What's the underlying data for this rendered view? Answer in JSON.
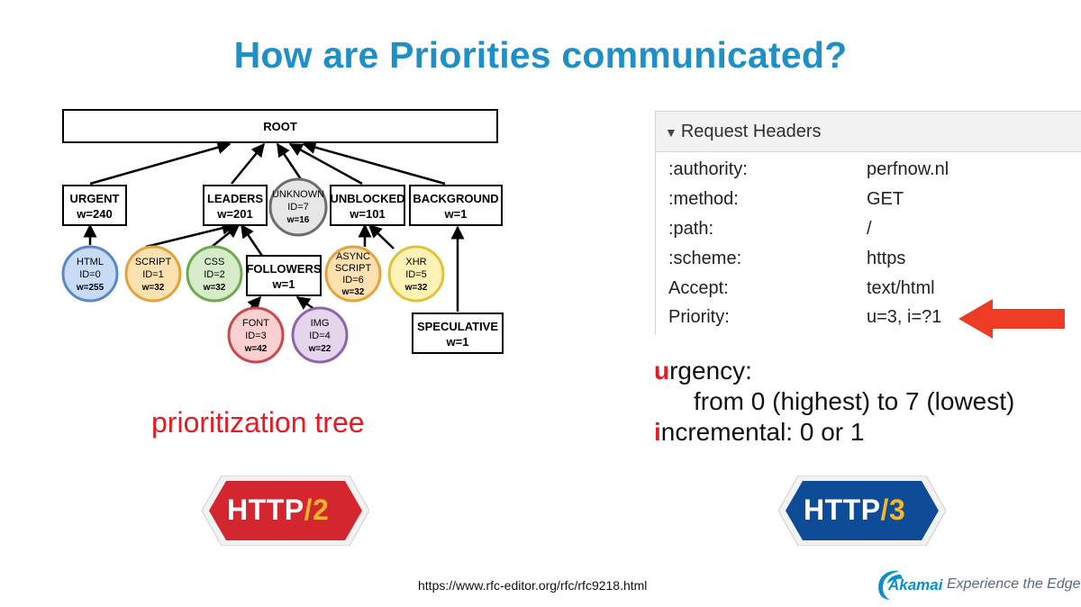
{
  "slide": {
    "title": "How are Priorities communicated?",
    "caption_tree": "prioritization tree",
    "rfc_link": "https://www.rfc-editor.org/rfc/rfc9218.html"
  },
  "tree": {
    "root": "ROOT",
    "groups": [
      {
        "name": "URGENT",
        "weight": "w=240"
      },
      {
        "name": "LEADERS",
        "weight": "w=201"
      },
      {
        "name": "UNBLOCKED",
        "weight": "w=101"
      },
      {
        "name": "BACKGROUND",
        "weight": "w=1"
      },
      {
        "name": "FOLLOWERS",
        "weight": "w=1"
      },
      {
        "name": "SPECULATIVE",
        "weight": "w=1"
      }
    ],
    "streams": [
      {
        "name": "UNKNOWN",
        "id": "ID=7",
        "weight": "w=16",
        "color": "#e6e6e6"
      },
      {
        "name": "HTML",
        "id": "ID=0",
        "weight": "w=255",
        "color": "#c7dbf5"
      },
      {
        "name": "SCRIPT",
        "id": "ID=1",
        "weight": "w=32",
        "color": "#fde1b0"
      },
      {
        "name": "CSS",
        "id": "ID=2",
        "weight": "w=32",
        "color": "#d6ebc9"
      },
      {
        "name": "ASYNC",
        "name2": "SCRIPT",
        "id": "ID=6",
        "weight": "w=32",
        "color": "#fde1b0"
      },
      {
        "name": "XHR",
        "id": "ID=5",
        "weight": "w=32",
        "color": "#fff2b5"
      },
      {
        "name": "FONT",
        "id": "ID=3",
        "weight": "w=42",
        "color": "#f9cfd0"
      },
      {
        "name": "IMG",
        "id": "ID=4",
        "weight": "w=22",
        "color": "#e4d4ec"
      }
    ]
  },
  "request_headers": {
    "title": "Request Headers",
    "rows": [
      {
        "key": ":authority:",
        "value": "perfnow.nl"
      },
      {
        "key": ":method:",
        "value": "GET"
      },
      {
        "key": ":path:",
        "value": "/"
      },
      {
        "key": ":scheme:",
        "value": "https"
      },
      {
        "key": "Accept:",
        "value": "text/html"
      },
      {
        "key": "Priority:",
        "value": "u=3, i=?1"
      }
    ]
  },
  "explanation": {
    "urgency_initial": "u",
    "urgency_rest": "rgency:",
    "urgency_range": "from 0 (highest) to 7 (lowest)",
    "incremental_initial": "i",
    "incremental_rest": "ncremental: 0 or 1"
  },
  "badges": {
    "http2": {
      "prefix": "HTTP",
      "version": "/2",
      "color": "#d3262f"
    },
    "http3": {
      "prefix": "HTTP",
      "version": "/3",
      "color": "#0f4c97"
    }
  },
  "logo": {
    "wordmark": "Akamai",
    "tagline": "Experience the Edge"
  },
  "colors": {
    "title": "#1f8fc7",
    "accent_red": "#e51b23",
    "arrow": "#ee3b24",
    "badge_yellow": "#f5b82a"
  }
}
